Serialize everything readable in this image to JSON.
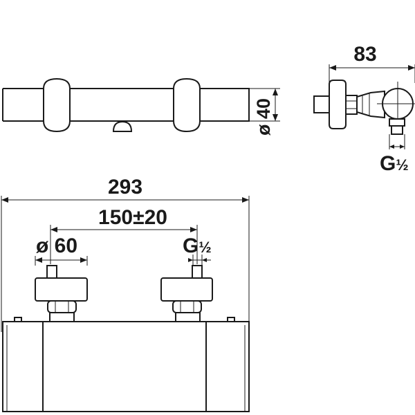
{
  "dimensions": {
    "overall_length": "293",
    "centre_distance": "150±20",
    "body_diameter": "ø 40",
    "depth": "83",
    "handle_diameter": "ø 60",
    "thread_main": "G",
    "thread_fraction": "½",
    "thread_side_main": "G",
    "thread_side_fraction": "½"
  },
  "colors": {
    "line": "#1a1a1a",
    "background": "#ffffff"
  }
}
